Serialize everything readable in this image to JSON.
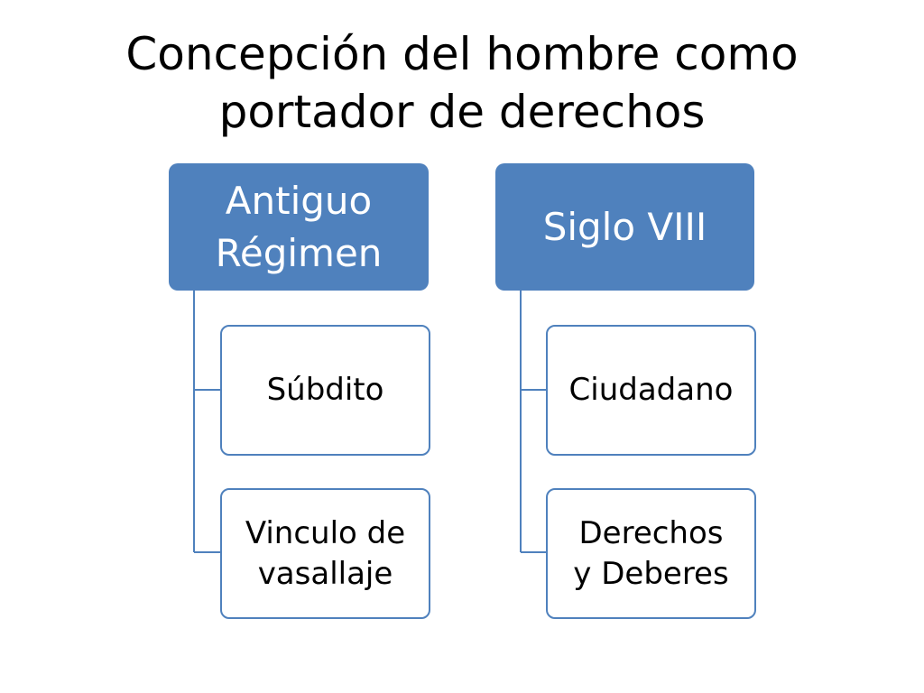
{
  "title": {
    "line1": "Concepción del hombre como",
    "line2": "portador de derechos"
  },
  "colors": {
    "accent": "#4f81bd",
    "box_border": "#4f81bd",
    "connector": "#4f81bd"
  },
  "groups": [
    {
      "head": {
        "line1": "Antiguo",
        "line2": "Régimen"
      },
      "children": [
        {
          "line1": "Súbdito",
          "line2": ""
        },
        {
          "line1": "Vinculo de",
          "line2": "vasallaje"
        }
      ]
    },
    {
      "head": {
        "line1": "Siglo VIII",
        "line2": ""
      },
      "children": [
        {
          "line1": "Ciudadano",
          "line2": ""
        },
        {
          "line1": "Derechos",
          "line2": "y Deberes"
        }
      ]
    }
  ]
}
